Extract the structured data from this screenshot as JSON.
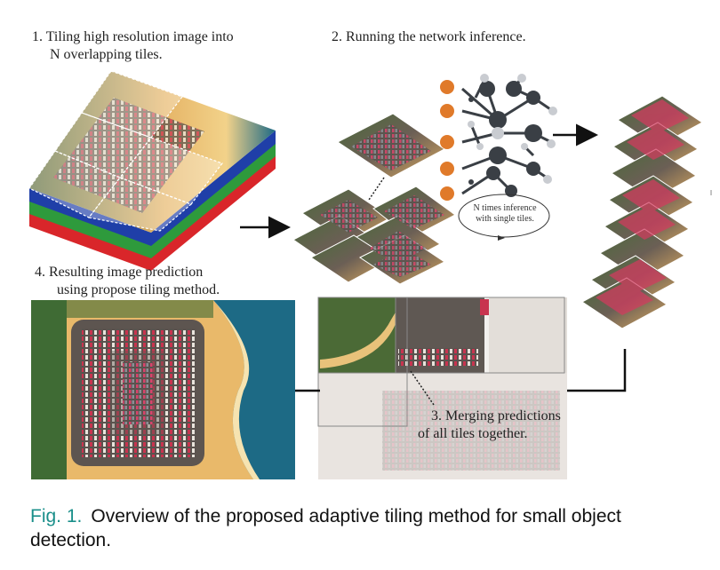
{
  "steps": {
    "step1_line1": "1. Tiling high resolution image into",
    "step1_line2": "N overlapping tiles.",
    "step2": "2. Running the network inference.",
    "step3_line1": "3. Merging predictions",
    "step3_line2": "of all tiles together.",
    "step4_line1": "4. Resulting image prediction",
    "step4_line2": "using propose tiling method."
  },
  "loop_label": {
    "line1": "N times inference",
    "line2": "with single tiles."
  },
  "caption": {
    "fig_label": "Fig. 1.",
    "text": "Overview of the proposed adaptive tiling method for small object detection."
  },
  "colors": {
    "caption_label": "#1a8f8a",
    "sand": "#e9b96a",
    "ocean": "#1e6f88",
    "grass": "#3f6b34",
    "asphalt": "#5d5550",
    "car_highlight": "#d63a5f",
    "network_node": "#3a3f45",
    "input_node": "#e07a2a",
    "channel_red": "#d9262a",
    "channel_green": "#2e9a3c",
    "channel_blue": "#1f3fa8"
  }
}
